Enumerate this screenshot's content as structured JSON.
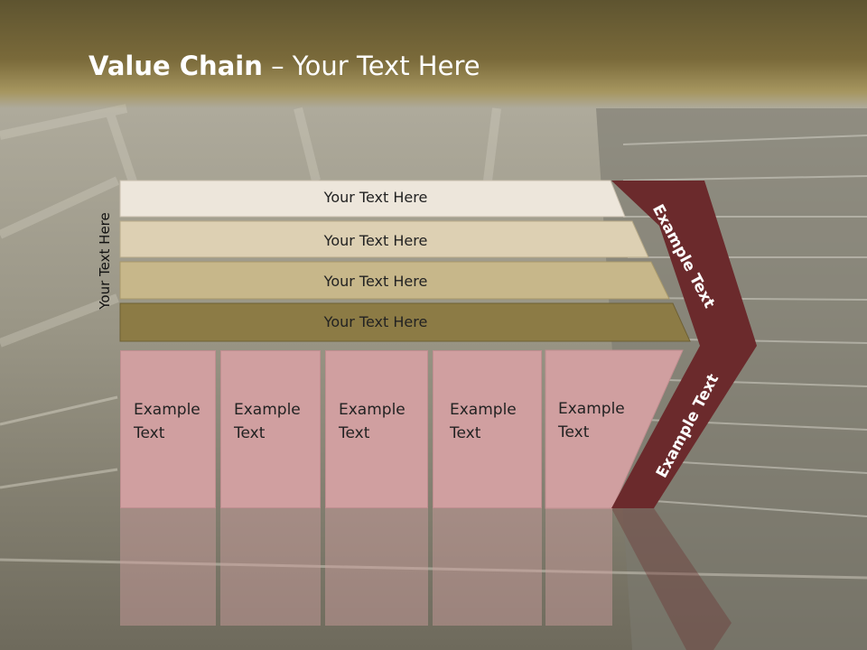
{
  "title": {
    "bold": "Value Chain",
    "rest": " – Your Text Here"
  },
  "side_label": "Your Text Here",
  "bars": [
    {
      "label": "Your Text Here",
      "color": "#ede6db"
    },
    {
      "label": "Your Text Here",
      "color": "#ddd0b3"
    },
    {
      "label": "Your Text Here",
      "color": "#c7b78a"
    },
    {
      "label": "Your Text Here",
      "color": "#8c7b45"
    }
  ],
  "boxes": [
    {
      "line1": "Example",
      "line2": "Text"
    },
    {
      "line1": "Example",
      "line2": "Text"
    },
    {
      "line1": "Example",
      "line2": "Text"
    },
    {
      "line1": "Example",
      "line2": "Text"
    },
    {
      "line1": "Example",
      "line2": "Text"
    }
  ],
  "chevron": {
    "upper_label": "Example Text",
    "lower_label": "Example Text",
    "color": "#6b2a2c"
  },
  "colors": {
    "header": "#6e6136",
    "box": "#d09fa0"
  }
}
